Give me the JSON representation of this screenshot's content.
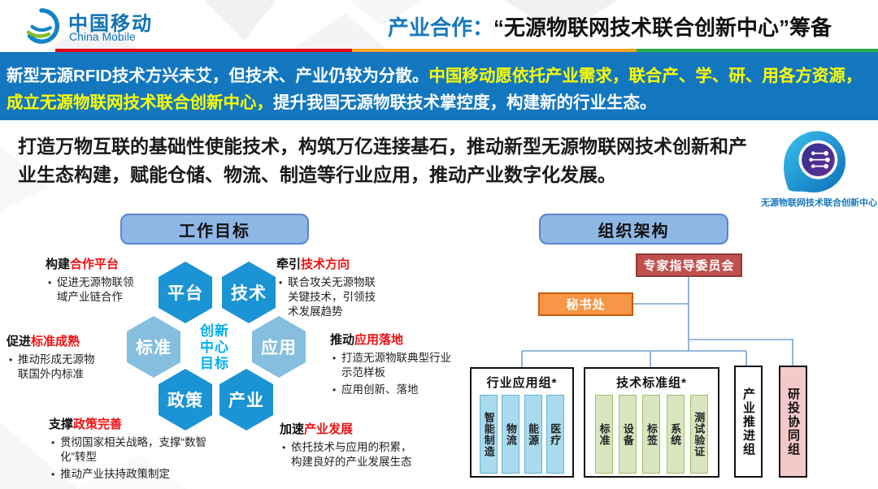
{
  "colors": {
    "accent-blue": "#1778BE",
    "banner-bg": "#1377C0",
    "banner-yellow": "#FFFF00",
    "line-red": "#E60012",
    "line-orange": "#F5A623",
    "line-green": "#2BAC47",
    "hex-dark": "#1A94D4",
    "hex-light": "#85BEDF",
    "center-cyan": "#00AEEF",
    "red-text": "#EE1111",
    "pill-fill": "#8FB7E6",
    "pill-border": "#5885CB",
    "expert-fill": "#C0504D",
    "expert-border": "#8E3B39",
    "secretariat-fill": "#F79646",
    "secretariat-border": "#C55A11",
    "connector": "#76A3D4",
    "subbox-blue-fill": "#A9DAEE",
    "subbox-blue-border": "#63B4D6",
    "subbox-green-fill": "#D9E5C1",
    "subbox-green-border": "#A3C163",
    "pink-fill": "#F5C9C9"
  },
  "header": {
    "logo_cn": "中国移动",
    "logo_en": "China Mobile",
    "title_prefix": "产业合作：",
    "title_main": "“无源物联网技术联合创新中心”筹备"
  },
  "banner": {
    "seg1": "新型无源RFID技术方兴未艾，但技术、产业仍较为分散。",
    "seg2": "中国移动愿依托产业需求，联合产、学、研、用各方资源，成立无源物联网技术联合创新中心，",
    "seg3": "提升我国无源物联技术掌控度，构建新的行业生态。"
  },
  "intro": {
    "text": "打造万物互联的基础性使能技术，构筑万亿连接基石，推动新型无源物联网技术创新和产业生态构建，赋能仓储、物流、制造等行业应用，推动产业数字化发展。",
    "badge_caption": "无源物联网技术联合创新中心"
  },
  "work_goals": {
    "title": "工作目标",
    "center_label": "创新\n中心\n目标",
    "hexagons": [
      {
        "label": "平台"
      },
      {
        "label": "技术"
      },
      {
        "label": "标准"
      },
      {
        "label": "应用"
      },
      {
        "label": "政策"
      },
      {
        "label": "产业"
      }
    ],
    "annotations": {
      "cooperation": {
        "prefix": "构建",
        "highlight": "合作平台",
        "bullets": [
          "促进无源物联领域产业链合作"
        ]
      },
      "tech": {
        "prefix": "牵引",
        "highlight": "技术方向",
        "bullets": [
          "联合攻关无源物联关键技术，引领技术发展趋势"
        ]
      },
      "standard": {
        "prefix": "促进",
        "highlight": "标准成熟",
        "bullets": [
          "推动形成无源物联国外内标准"
        ]
      },
      "application": {
        "prefix": "推动",
        "highlight": "应用落地",
        "bullets": [
          "打造无源物联典型行业示范样板",
          "应用创新、落地"
        ]
      },
      "policy": {
        "prefix": "支撑",
        "highlight": "政策完善",
        "bullets": [
          "贯彻国家相关战略，支撑“数智化”转型",
          "推动产业扶持政策制定"
        ]
      },
      "industry": {
        "prefix": "加速",
        "highlight": "产业发展",
        "bullets": [
          "依托技术与应用的积累，构建良好的产业发展生态"
        ]
      }
    }
  },
  "org": {
    "title": "组织架构",
    "expert_committee": "专家指导委员会",
    "secretariat": "秘书处",
    "groups": {
      "industry_app": {
        "name": "行业应用组*",
        "items": [
          "智能制造",
          "物流",
          "能源",
          "医疗"
        ]
      },
      "tech_std": {
        "name": "技术标准组*",
        "items": [
          "标准",
          "设备",
          "标签",
          "系统",
          "测试验证"
        ]
      },
      "promotion": {
        "name": "产业推进组"
      },
      "research": {
        "name": "研投协同组"
      }
    }
  }
}
